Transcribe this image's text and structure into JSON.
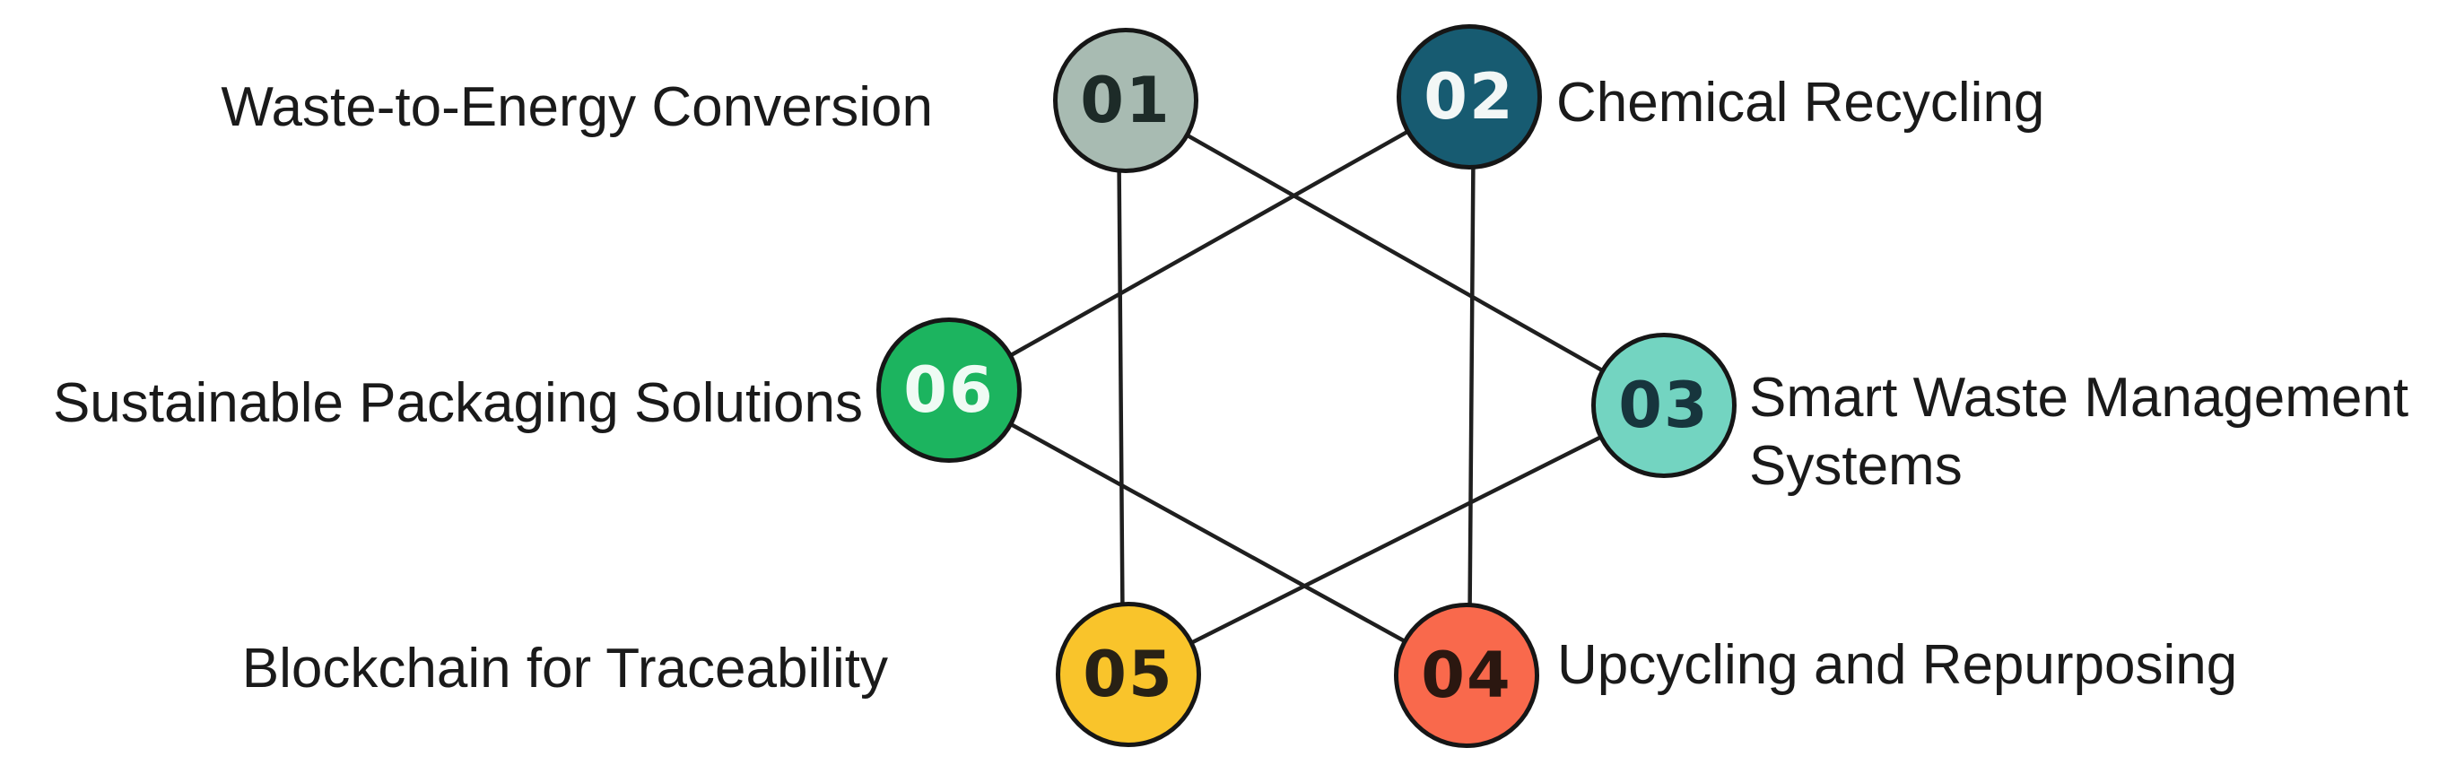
{
  "diagram": {
    "kind": "hexagram-infographic",
    "background_color": "#ffffff",
    "line_color": "#1f1f1f",
    "circle_border_color": "#161616",
    "label_text_color": "#1a1a1a",
    "items": [
      {
        "number": "01",
        "label": "Waste-to-Energy Conversion",
        "circle_color": "#a8bbb2",
        "number_color": "#1d2b28",
        "label_position": "left"
      },
      {
        "number": "02",
        "label": "Chemical Recycling",
        "circle_color": "#175b71",
        "number_color": "#f2f7f6",
        "label_position": "right"
      },
      {
        "number": "03",
        "label": "Smart Waste Management Systems",
        "circle_color": "#73d4c1",
        "number_color": "#17353d",
        "label_position": "right"
      },
      {
        "number": "04",
        "label": "Upcycling and Repurposing",
        "circle_color": "#f9694c",
        "number_color": "#2b1710",
        "label_position": "right"
      },
      {
        "number": "05",
        "label": "Blockchain for Traceability",
        "circle_color": "#f9c42b",
        "number_color": "#282115",
        "label_position": "left"
      },
      {
        "number": "06",
        "label": "Sustainable Packaging Solutions",
        "circle_color": "#1cb45f",
        "number_color": "#effbf4",
        "label_position": "left"
      }
    ],
    "connections": [
      {
        "from": "01",
        "to": "03"
      },
      {
        "from": "03",
        "to": "05"
      },
      {
        "from": "05",
        "to": "01"
      },
      {
        "from": "02",
        "to": "04"
      },
      {
        "from": "04",
        "to": "06"
      },
      {
        "from": "06",
        "to": "02"
      }
    ]
  }
}
